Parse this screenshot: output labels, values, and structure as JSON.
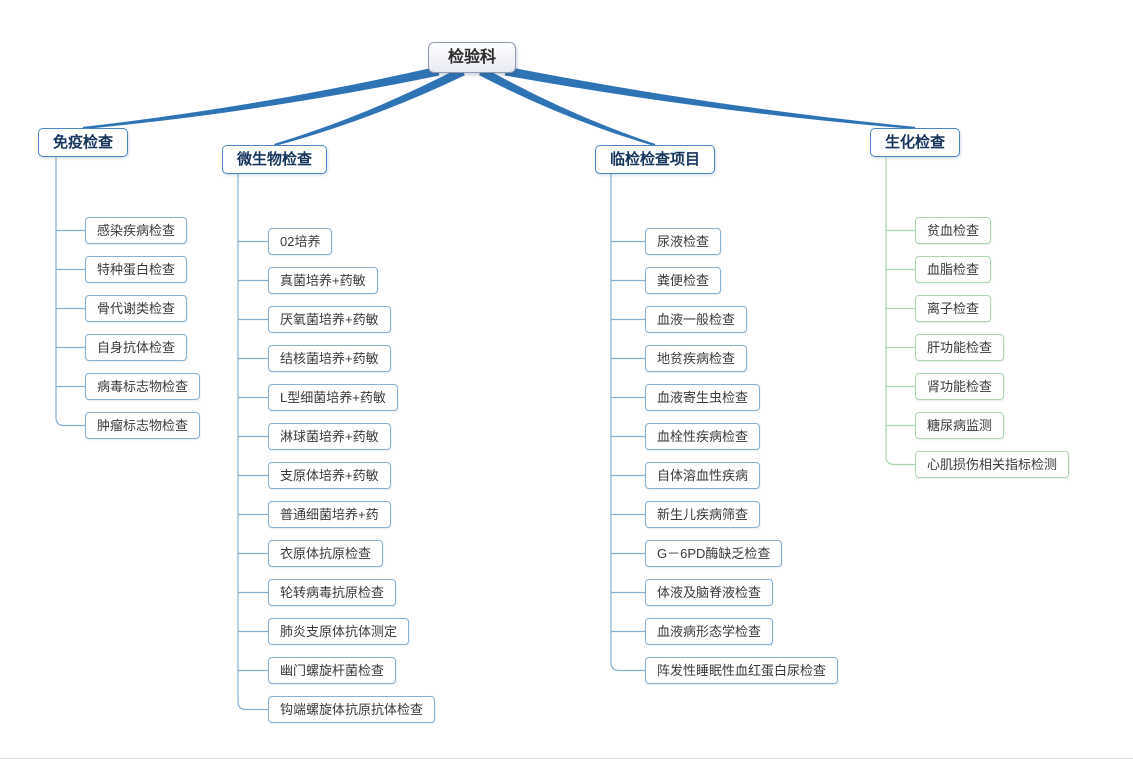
{
  "root": {
    "label": "检验科"
  },
  "branches": [
    {
      "label": "免疫检查",
      "child_accent": "#86b0d4",
      "children": [
        "感染疾病检查",
        "特种蛋白检查",
        "骨代谢类检查",
        "自身抗体检查",
        "病毒标志物检查",
        "肿瘤标志物检查"
      ]
    },
    {
      "label": "微生物检查",
      "child_accent": "#86b0d4",
      "children": [
        "02培养",
        "真菌培养+药敏",
        "厌氧菌培养+药敏",
        "结核菌培养+药敏",
        "L型细菌培养+药敏",
        "淋球菌培养+药敏",
        "支原体培养+药敏",
        "普通细菌培养+药",
        "衣原体抗原检查",
        "轮转病毒抗原检查",
        "肺炎支原体抗体测定",
        "幽门螺旋杆菌检查",
        "钩端螺旋体抗原抗体检查"
      ]
    },
    {
      "label": "临检检查项目",
      "child_accent": "#86b0d4",
      "children": [
        "尿液检查",
        "粪便检查",
        "血液一般检查",
        "地贫疾病检查",
        "血液寄生虫检查",
        "血栓性疾病检查",
        "自体溶血性疾病",
        "新生儿疾病筛查",
        "G－6PD酶缺乏检查",
        "体液及脑脊液检查",
        "血液病形态学检查",
        "阵发性睡眠性血红蛋白尿检查"
      ]
    },
    {
      "label": "生化检查",
      "child_accent": "#abd7ad",
      "children": [
        "贫血检查",
        "血脂检查",
        "离子检查",
        "肝功能检查",
        "肾功能检查",
        "糖尿病监测",
        "心肌损伤相关指标检测"
      ]
    }
  ],
  "colors": {
    "background": "#ffffff",
    "beam": "#2e74b5",
    "branch_border": "#4a86c2",
    "branch_text": "#17365d",
    "child_text": "#3a3a3a",
    "root_border": "#8e9bb3",
    "blue_accent": "#86b0d4",
    "green_accent": "#abd7ad",
    "bottom_line": "#e2e2e2"
  }
}
